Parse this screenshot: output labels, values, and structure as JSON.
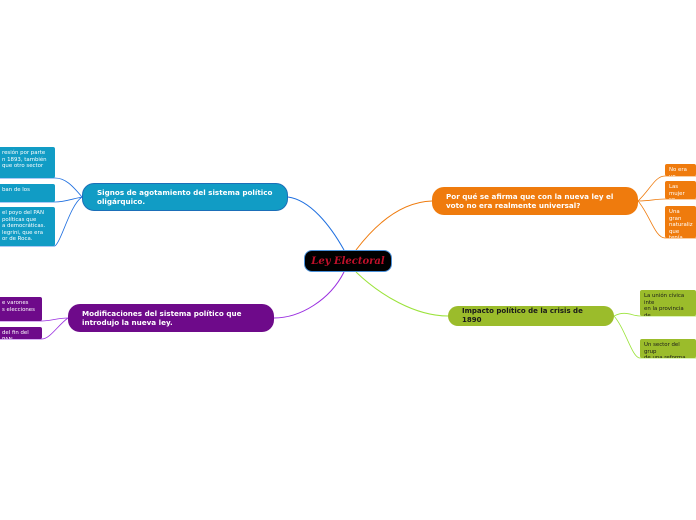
{
  "central": {
    "label": "Ley Electoral"
  },
  "topics": {
    "signos": {
      "title": "Signos de agotamiento del sistema político oligárquico.",
      "items": [
        "resión por parte\nn 1893, también\nque otro sector",
        "ban de los",
        "el poyo del PAN\n políticas que\na democráticas.\nlegrini, que era\nor de Roca."
      ]
    },
    "modificaciones": {
      "title": "Modificaciones del sistema político que introdujo la nueva ley.",
      "items": [
        "e varones\ns elecciones",
        "del fin del PAN"
      ]
    },
    "universal": {
      "title": "Por qué se afirma que con la nueva ley el voto no era realmente universal?",
      "items": [
        "No era un",
        "Las mujer\nse perdie",
        "Una gran\nnaturaliz\nque tenía\nmenores d"
      ]
    },
    "impacto": {
      "title": "Impacto político de la crisis de 1890",
      "items": [
        "La unión cívica inte\nen la provincia de\nperiódicos. Se divi",
        "Un  sector del grup\nde una reforma de"
      ]
    }
  }
}
